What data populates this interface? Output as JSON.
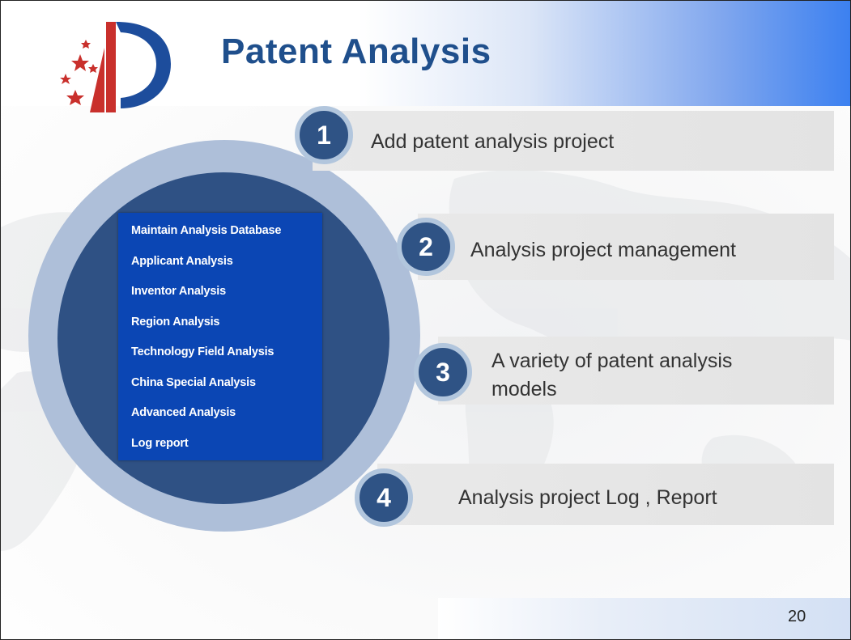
{
  "slide": {
    "title": "Patent Analysis",
    "page_number": "20"
  },
  "colors": {
    "title": "#1f4f8c",
    "number_circle": "#2f5385",
    "number_ring": "#b2c6dd",
    "outer_circle": "#aebfd9",
    "inner_circle": "#2f5184",
    "menu_background": "#0b46b4",
    "bar": "#e6e6e6",
    "header_gradient_end": "#3b80f0"
  },
  "logo": {
    "icon": "cnipa-logo-icon"
  },
  "steps": [
    {
      "number": "1",
      "text": "Add patent analysis project"
    },
    {
      "number": "2",
      "text": "Analysis project management"
    },
    {
      "number": "3",
      "text_line1": "A variety of patent analysis",
      "text_line2": "models"
    },
    {
      "number": "4",
      "text": "Analysis  project Log , Report"
    }
  ],
  "menu": {
    "items": [
      "Maintain Analysis Database",
      "Applicant Analysis",
      "Inventor Analysis",
      "Region Analysis",
      "Technology Field Analysis",
      "China Special Analysis",
      "Advanced Analysis",
      "Log report"
    ]
  }
}
